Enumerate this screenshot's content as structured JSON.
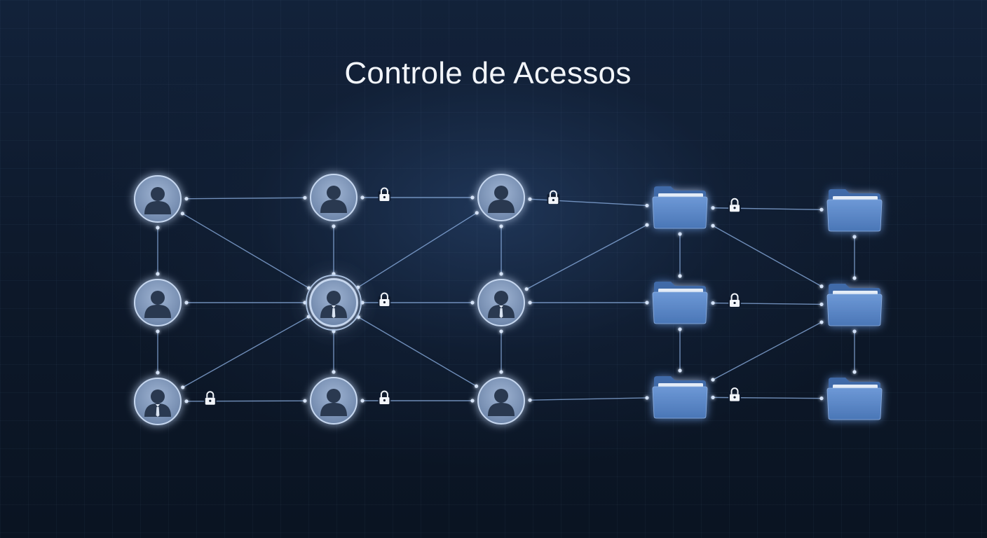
{
  "title": "Controle de Acessos",
  "colors": {
    "background": "#0f1b2e",
    "line": "#8fb3e6",
    "node_fill": "#7b93b6",
    "node_ring": "#c6d7ef",
    "silhouette": "#2a3950",
    "folder_front": "#5b87c6",
    "folder_back": "#3f6aa8",
    "lock": "#f2f5fa"
  },
  "nodes": [
    {
      "id": "u1",
      "kind": "user",
      "icon": "user-icon"
    },
    {
      "id": "u2",
      "kind": "user",
      "icon": "user-icon"
    },
    {
      "id": "u3",
      "kind": "user",
      "icon": "user-icon"
    },
    {
      "id": "u4",
      "kind": "user",
      "icon": "user-icon"
    },
    {
      "id": "u5",
      "kind": "user",
      "icon": "user-tie-icon",
      "highlighted": true
    },
    {
      "id": "u6",
      "kind": "user",
      "icon": "user-tie-icon"
    },
    {
      "id": "u7",
      "kind": "user",
      "icon": "user-tie-icon"
    },
    {
      "id": "u8",
      "kind": "user",
      "icon": "user-icon"
    },
    {
      "id": "u9",
      "kind": "user",
      "icon": "user-icon"
    },
    {
      "id": "f1",
      "kind": "folder",
      "icon": "folder-icon"
    },
    {
      "id": "f2",
      "kind": "folder",
      "icon": "folder-icon"
    },
    {
      "id": "f3",
      "kind": "folder",
      "icon": "folder-icon"
    },
    {
      "id": "f4",
      "kind": "folder",
      "icon": "folder-icon"
    },
    {
      "id": "f5",
      "kind": "folder",
      "icon": "folder-icon"
    },
    {
      "id": "f6",
      "kind": "folder",
      "icon": "folder-icon"
    }
  ],
  "edges": [
    {
      "from": "u1",
      "to": "u2",
      "locked": false
    },
    {
      "from": "u2",
      "to": "u3",
      "locked": true
    },
    {
      "from": "u3",
      "to": "f1",
      "locked": true
    },
    {
      "from": "f1",
      "to": "f2",
      "locked": true
    },
    {
      "from": "u1",
      "to": "u4",
      "locked": false
    },
    {
      "from": "u4",
      "to": "u7",
      "locked": false
    },
    {
      "from": "u1",
      "to": "u5",
      "locked": false
    },
    {
      "from": "u2",
      "to": "u5",
      "locked": false
    },
    {
      "from": "u4",
      "to": "u5",
      "locked": false
    },
    {
      "from": "u5",
      "to": "u3",
      "locked": false
    },
    {
      "from": "u5",
      "to": "u6",
      "locked": true
    },
    {
      "from": "u5",
      "to": "u7",
      "locked": false
    },
    {
      "from": "u5",
      "to": "u8",
      "locked": false
    },
    {
      "from": "u5",
      "to": "u9",
      "locked": false
    },
    {
      "from": "u3",
      "to": "u6",
      "locked": false
    },
    {
      "from": "u6",
      "to": "u9",
      "locked": false
    },
    {
      "from": "u6",
      "to": "f1",
      "locked": false
    },
    {
      "from": "u6",
      "to": "f3",
      "locked": false
    },
    {
      "from": "u7",
      "to": "u8",
      "locked": true
    },
    {
      "from": "u8",
      "to": "u9",
      "locked": true
    },
    {
      "from": "u9",
      "to": "f5",
      "locked": false
    },
    {
      "from": "f1",
      "to": "f3",
      "locked": false
    },
    {
      "from": "f1",
      "to": "f4",
      "locked": false
    },
    {
      "from": "f2",
      "to": "f4",
      "locked": false
    },
    {
      "from": "f3",
      "to": "f4",
      "locked": true
    },
    {
      "from": "f3",
      "to": "f5",
      "locked": false
    },
    {
      "from": "f4",
      "to": "f5",
      "locked": false
    },
    {
      "from": "f4",
      "to": "f6",
      "locked": false
    },
    {
      "from": "f5",
      "to": "f6",
      "locked": true
    }
  ]
}
